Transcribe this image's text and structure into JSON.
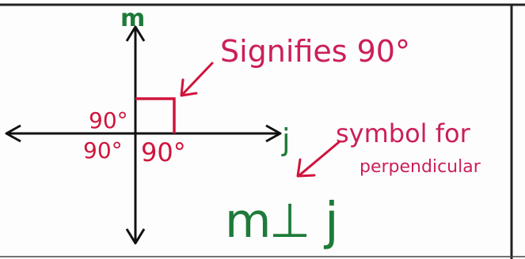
{
  "lines": {
    "vertical_label": "m",
    "horizontal_label": "j"
  },
  "angles": {
    "top_left": "90°",
    "bottom_left": "90°",
    "bottom_right": "90°"
  },
  "notes": {
    "right_angle_note": "Signifies 90°",
    "perp_note_line1": "symbol for",
    "perp_note_line2": "perpendicular",
    "perp_expression_left": "m",
    "perp_symbol": "⊥",
    "perp_expression_right": "j"
  },
  "colors": {
    "axis": "#111111",
    "line_label": "#1f7a3a",
    "angle": "#d0143c",
    "note": "#cc1f57",
    "border": "#222222"
  }
}
